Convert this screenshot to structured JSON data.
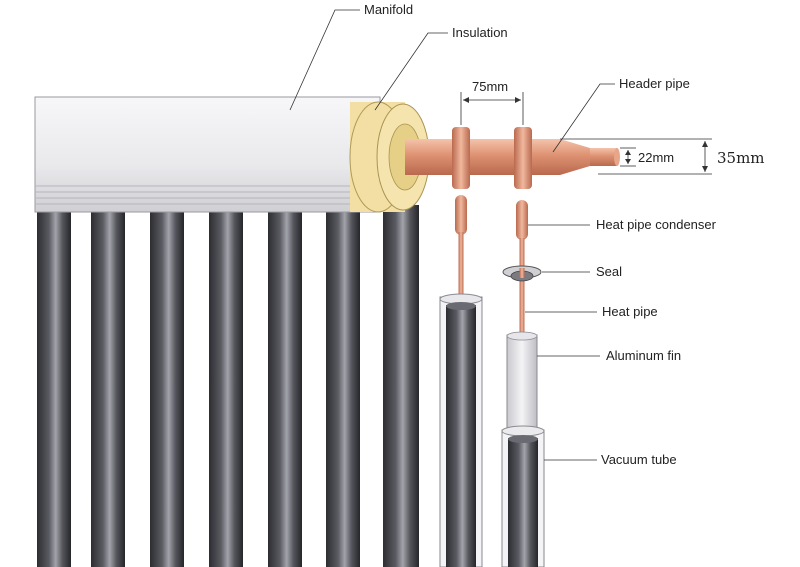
{
  "labels": {
    "manifold": "Manifold",
    "insulation": "Insulation",
    "header_pipe": "Header pipe",
    "spacing": "75mm",
    "pipe_diameter": "22mm",
    "outer_diameter": "35mm",
    "heat_pipe_condenser": "Heat pipe condenser",
    "seal": "Seal",
    "heat_pipe": "Heat pipe",
    "aluminum_fin": "Aluminum fin",
    "vacuum_tube": "Vacuum tube"
  },
  "colors": {
    "manifold_body": "#eeeef0",
    "insulation": "#f3dfa4",
    "copper": "#d9876a",
    "copper_light": "#f2b79d",
    "tube_dark": "#3a3b40",
    "tube_highlight": "#9a9ba2",
    "glass": "#f4f4f6"
  }
}
